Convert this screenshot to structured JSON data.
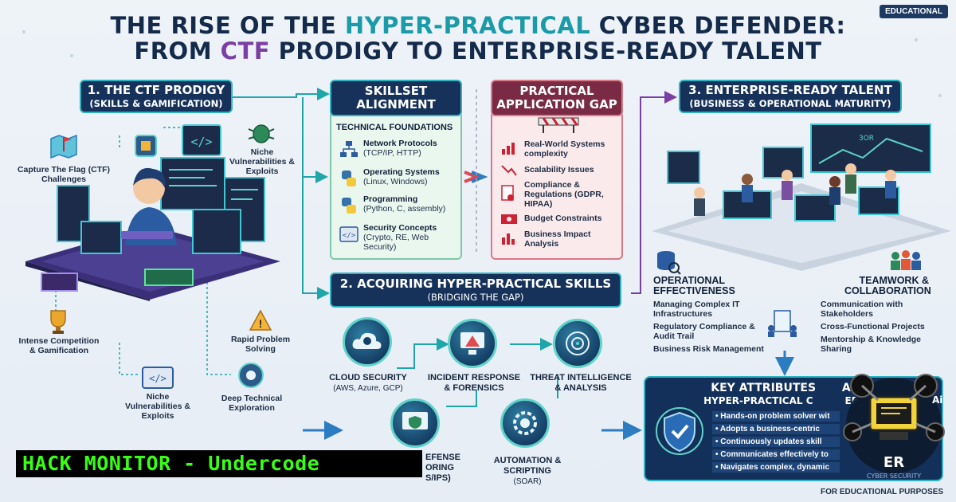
{
  "badge": "EDUCATIONAL",
  "title": {
    "line1_a": "THE RISE OF THE ",
    "line1_b": "HYPER-PRACTICAL",
    "line1_c": " CYBER DEFENDER:",
    "line2_a": "FROM ",
    "line2_b": "CTF",
    "line2_c": " PRODIGY TO ENTERPRISE-READY TALENT"
  },
  "ctf": {
    "title": "1. THE CTF PRODIGY",
    "subtitle": "(SKILLS & GAMIFICATION)",
    "labels": {
      "capture": "Capture The Flag (CTF) Challenges",
      "niche_top": "Niche Vulnerabilities & Exploits",
      "intense": "Intense Competition & Gamification",
      "rapid": "Rapid Problem Solving",
      "niche_bottom": "Niche Vulnerabilities & Exploits",
      "deep": "Deep Technical Exploration"
    }
  },
  "skillset": {
    "title_1": "SKILLSET",
    "title_2": "ALIGNMENT",
    "section": "TECHNICAL FOUNDATIONS",
    "items": [
      {
        "title": "Network Protocols",
        "detail": "(TCP/IP, HTTP)"
      },
      {
        "title": "Operating Systems",
        "detail": "(Linux, Windows)"
      },
      {
        "title": "Programming",
        "detail": "(Python, C, assembly)"
      },
      {
        "title": "Security Concepts",
        "detail": "(Crypto, RE, Web Security)"
      }
    ]
  },
  "gap": {
    "title_1": "PRACTICAL",
    "title_2": "APPLICATION GAP",
    "items": [
      "Real-World Systems complexity",
      "Scalability Issues",
      "Compliance & Regulations (GDPR, HIPAA)",
      "Budget Constraints",
      "Business Impact Analysis"
    ]
  },
  "acquire": {
    "title": "2. ACQUIRING HYPER-PRACTICAL SKILLS",
    "subtitle": "(BRIDGING THE GAP)",
    "nodes": [
      {
        "name": "CLOUD SECURITY",
        "detail": "(AWS, Azure, GCP)"
      },
      {
        "name": "INCIDENT RESPONSE",
        "detail": "& FORENSICS"
      },
      {
        "name": "THREAT INTELLIGENCE",
        "detail": "& ANALYSIS"
      },
      {
        "name": "EFENSE",
        "detail": "ORING"
      },
      {
        "name": "AUTOMATION &",
        "detail": "SCRIPTING"
      }
    ],
    "tail_1": "S/IPS)",
    "tail_2": "(SOAR)"
  },
  "enterprise": {
    "title": "3. ENTERPRISE-READY TALENT",
    "subtitle": "(BUSINESS & OPERATIONAL MATURITY)",
    "screen_label": "3OR",
    "ops_title_1": "OPERATIONAL",
    "ops_title_2": "EFFECTIVENESS",
    "ops_items": [
      "Managing Complex IT Infrastructures",
      "Regulatory Compliance & Audit Trail",
      "Business Risk Management"
    ],
    "team_title_1": "TEAMWORK &",
    "team_title_2": "COLLABORATION",
    "team_items": [
      "Communication with Stakeholders",
      "Cross-Functional Projects",
      "Mentorship & Knowledge Sharing"
    ]
  },
  "key": {
    "title_1": "KEY ATTRIBUTES",
    "title_1b": "A",
    "title_2": "HYPER-PRACTICAL C",
    "title_2b": "EF",
    "items": [
      "Hands-on problem solver wit",
      "Adopts a business-centric",
      "Continuously updates skill",
      "Communicates effectively to",
      "Navigates complex, dynamic"
    ]
  },
  "logo": {
    "ai": "Ai",
    "name": "ER",
    "tagline": "CYBER SECURITY"
  },
  "watermark": "HACK MONITOR - Undercode",
  "footer": "FOR EDUCATIONAL PURPOSES"
}
